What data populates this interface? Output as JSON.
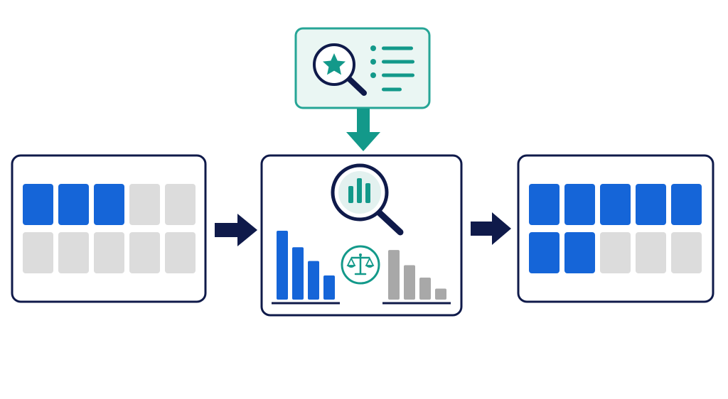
{
  "colors": {
    "navy": "#0f1a4a",
    "blue": "#1565d8",
    "gray_cell": "#dcdcdc",
    "gray_bar": "#a8a8a8",
    "teal": "#13998a",
    "teal_light": "#eaf6f3",
    "teal_border": "#26a596",
    "white": "#ffffff"
  },
  "panels": {
    "input": {
      "cells_total": 10,
      "cells_highlighted": 3
    },
    "analysis": {
      "left_bars": [
        1.0,
        0.76,
        0.56,
        0.35
      ],
      "right_bars": [
        0.72,
        0.5,
        0.32,
        0.16
      ],
      "icons": [
        "chart-magnifier-icon",
        "balance-scale-icon"
      ]
    },
    "output": {
      "cells_total": 10,
      "cells_highlighted": 7
    },
    "criteria_card": {
      "icons": [
        "star-magnifier-icon",
        "bullet-list-icon"
      ],
      "list_items": 3
    }
  },
  "connectors": [
    "arrow-right-icon",
    "arrow-down-icon",
    "arrow-right-icon"
  ]
}
